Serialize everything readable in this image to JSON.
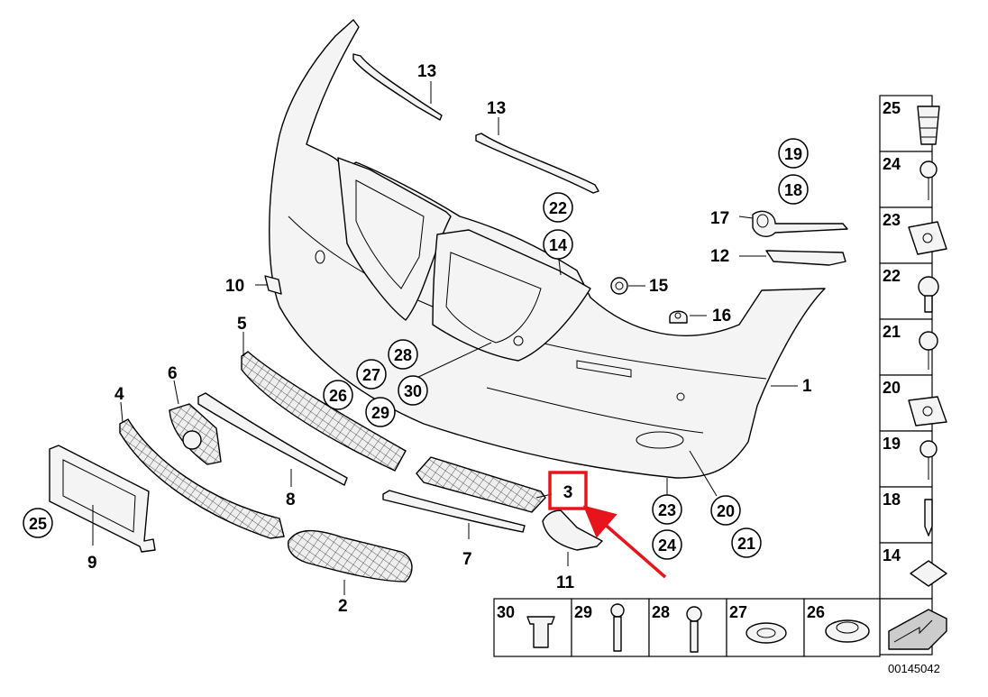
{
  "callouts": {
    "c1": "1",
    "c2": "2",
    "c3": "3",
    "c4": "4",
    "c5": "5",
    "c6": "6",
    "c7": "7",
    "c8": "8",
    "c9": "9",
    "c10": "10",
    "c11": "11",
    "c12": "12",
    "c13a": "13",
    "c13b": "13",
    "c14": "14",
    "c15": "15",
    "c16": "16",
    "c17": "17",
    "c18": "18",
    "c19": "19",
    "c20": "20",
    "c21": "21",
    "c22": "22",
    "c23": "23",
    "c24": "24",
    "c25": "25",
    "c26": "26",
    "c27": "27",
    "c28": "28",
    "c29": "29",
    "c30": "30"
  },
  "side_panel": [
    "25",
    "24",
    "23",
    "22",
    "21",
    "20",
    "19",
    "18",
    "14"
  ],
  "bottom_panel": [
    "30",
    "29",
    "28",
    "27",
    "26"
  ],
  "diagram_code": "00145042",
  "highlight": {
    "callout": "3",
    "color": "#e8141b"
  }
}
